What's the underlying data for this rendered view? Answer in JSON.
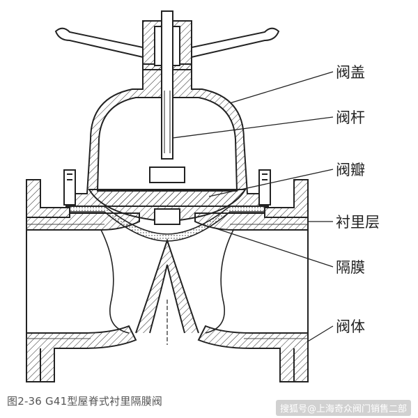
{
  "labels": {
    "bonnet": "阀盖",
    "stem": "阀杆",
    "disc": "阀瓣",
    "lining": "衬里层",
    "diaphragm": "隔膜",
    "body": "阀体"
  },
  "caption": "图2-36 G41型屋脊式衬里隔膜阀",
  "watermark": "搜狐号@上海奇众阀门销售二部"
}
